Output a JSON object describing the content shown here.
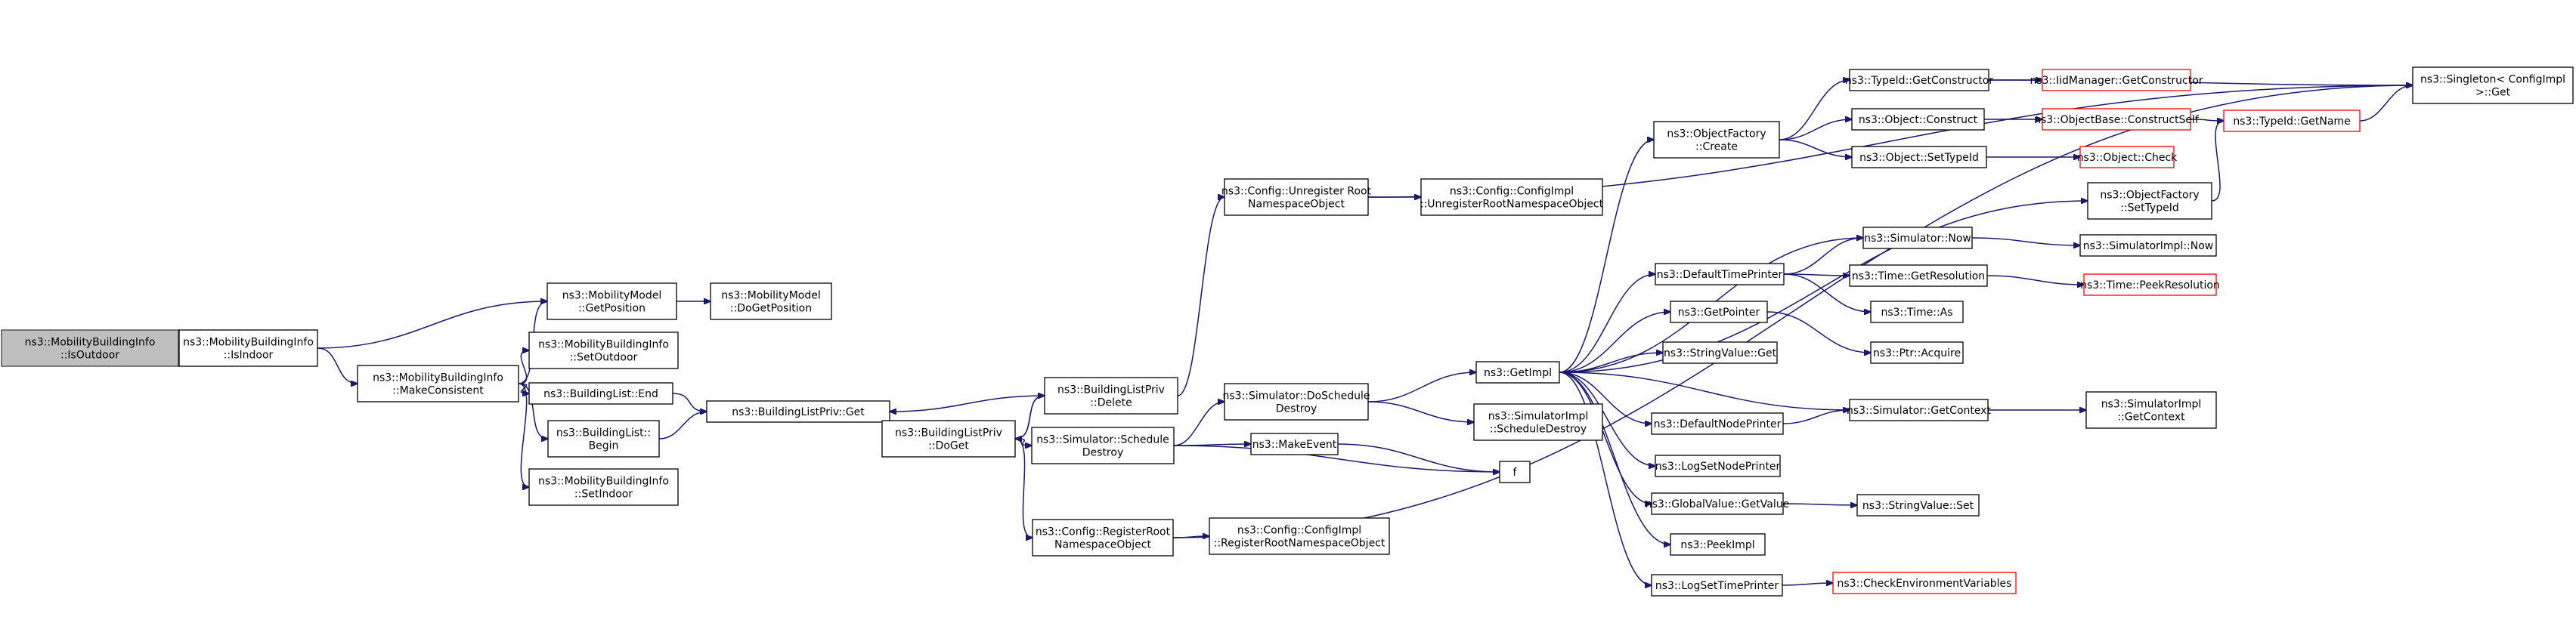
{
  "graph": {
    "nodes": [
      {
        "id": "n0",
        "lines": [
          "ns3::MobilityBuildingInfo",
          "::IsOutdoor"
        ],
        "style": "root"
      },
      {
        "id": "n1",
        "lines": [
          "ns3::MobilityBuildingInfo",
          "::IsIndoor"
        ]
      },
      {
        "id": "n2",
        "lines": [
          "ns3::MobilityModel",
          "::GetPosition"
        ]
      },
      {
        "id": "n3",
        "lines": [
          "ns3::MobilityBuildingInfo",
          "::MakeConsistent"
        ]
      },
      {
        "id": "n4",
        "lines": [
          "ns3::MobilityModel",
          "::DoGetPosition"
        ]
      },
      {
        "id": "n5",
        "lines": [
          "ns3::MobilityBuildingInfo",
          "::SetOutdoor"
        ]
      },
      {
        "id": "n6",
        "lines": [
          "ns3::BuildingList::End"
        ]
      },
      {
        "id": "n7",
        "lines": [
          "ns3::BuildingList::",
          "Begin"
        ]
      },
      {
        "id": "n8",
        "lines": [
          "ns3::MobilityBuildingInfo",
          "::SetIndoor"
        ]
      },
      {
        "id": "n9",
        "lines": [
          "ns3::BuildingListPriv::Get"
        ]
      },
      {
        "id": "n10",
        "lines": [
          "ns3::BuildingListPriv",
          "::DoGet"
        ]
      },
      {
        "id": "n11",
        "lines": [
          "ns3::BuildingListPriv",
          "::Delete"
        ]
      },
      {
        "id": "n12",
        "lines": [
          "ns3::Simulator::Schedule",
          "Destroy"
        ]
      },
      {
        "id": "n13",
        "lines": [
          "ns3::Config::RegisterRoot",
          "NamespaceObject"
        ]
      },
      {
        "id": "n14",
        "lines": [
          "ns3::Config::Unregister Root",
          "NamespaceObject"
        ]
      },
      {
        "id": "n15",
        "lines": [
          "ns3::Config::ConfigImpl",
          "::UnregisterRootNamespaceObject"
        ]
      },
      {
        "id": "n16",
        "lines": [
          "ns3::Simulator::DoSchedule",
          "Destroy"
        ]
      },
      {
        "id": "n17",
        "lines": [
          "ns3::MakeEvent"
        ]
      },
      {
        "id": "n18",
        "lines": [
          "ns3::Config::ConfigImpl",
          "::RegisterRootNamespaceObject"
        ]
      },
      {
        "id": "n19",
        "lines": [
          "ns3::GetImpl"
        ]
      },
      {
        "id": "n20",
        "lines": [
          "ns3::SimulatorImpl",
          "::ScheduleDestroy"
        ]
      },
      {
        "id": "n21",
        "lines": [
          "f"
        ]
      },
      {
        "id": "n22",
        "lines": [
          "ns3::ObjectFactory",
          "::Create"
        ]
      },
      {
        "id": "n23",
        "lines": [
          "ns3::DefaultTimePrinter"
        ]
      },
      {
        "id": "n24",
        "lines": [
          "ns3::GetPointer"
        ]
      },
      {
        "id": "n25",
        "lines": [
          "ns3::StringValue::Get"
        ]
      },
      {
        "id": "n26",
        "lines": [
          "ns3::DefaultNodePrinter"
        ]
      },
      {
        "id": "n27",
        "lines": [
          "ns3::LogSetNodePrinter"
        ]
      },
      {
        "id": "n28",
        "lines": [
          "ns3::GlobalValue::GetValue"
        ]
      },
      {
        "id": "n29",
        "lines": [
          "ns3::PeekImpl"
        ]
      },
      {
        "id": "n30",
        "lines": [
          "ns3::LogSetTimePrinter"
        ]
      },
      {
        "id": "n31",
        "lines": [
          "ns3::TypeId::GetConstructor"
        ]
      },
      {
        "id": "n32",
        "lines": [
          "ns3::Object::Construct"
        ]
      },
      {
        "id": "n33",
        "lines": [
          "ns3::Object::SetTypeId"
        ]
      },
      {
        "id": "n34",
        "lines": [
          "ns3::ObjectFactory",
          "::SetTypeId"
        ]
      },
      {
        "id": "n35",
        "lines": [
          "ns3::Simulator::Now"
        ]
      },
      {
        "id": "n36",
        "lines": [
          "ns3::Time::GetResolution"
        ]
      },
      {
        "id": "n37",
        "lines": [
          "ns3::Time::As"
        ]
      },
      {
        "id": "n38",
        "lines": [
          "ns3::Ptr::Acquire"
        ]
      },
      {
        "id": "n39",
        "lines": [
          "ns3::Simulator::GetContext"
        ]
      },
      {
        "id": "n40",
        "lines": [
          "ns3::StringValue::Set"
        ]
      },
      {
        "id": "n41",
        "lines": [
          "ns3::CheckEnvironmentVariables"
        ],
        "style": "trunc"
      },
      {
        "id": "n42",
        "lines": [
          "ns3::IidManager::GetConstructor"
        ],
        "style": "trunc"
      },
      {
        "id": "n43",
        "lines": [
          "ns3::ObjectBase::ConstructSelf"
        ],
        "style": "trunc"
      },
      {
        "id": "n44",
        "lines": [
          "ns3::Object::Check"
        ],
        "style": "trunc"
      },
      {
        "id": "n45",
        "lines": [
          "ns3::SimulatorImpl::Now"
        ]
      },
      {
        "id": "n46",
        "lines": [
          "ns3::Time::PeekResolution"
        ],
        "style": "trunc"
      },
      {
        "id": "n47",
        "lines": [
          "ns3::SimulatorImpl",
          "::GetContext"
        ]
      },
      {
        "id": "n48",
        "lines": [
          "ns3::TypeId::GetName"
        ],
        "style": "trunc"
      },
      {
        "id": "n49",
        "lines": [
          "ns3::Singleton< ConfigImpl",
          " >::Get"
        ]
      }
    ],
    "edges": [
      [
        "n0",
        "n1"
      ],
      [
        "n1",
        "n2"
      ],
      [
        "n1",
        "n3"
      ],
      [
        "n2",
        "n4"
      ],
      [
        "n3",
        "n2"
      ],
      [
        "n3",
        "n5"
      ],
      [
        "n3",
        "n6"
      ],
      [
        "n3",
        "n7"
      ],
      [
        "n3",
        "n8"
      ],
      [
        "n6",
        "n9"
      ],
      [
        "n7",
        "n9"
      ],
      [
        "n9",
        "n10"
      ],
      [
        "n10",
        "n11"
      ],
      [
        "n10",
        "n12"
      ],
      [
        "n10",
        "n13"
      ],
      [
        "n11",
        "n9"
      ],
      [
        "n11",
        "n10"
      ],
      [
        "n11",
        "n14"
      ],
      [
        "n12",
        "n16"
      ],
      [
        "n12",
        "n17"
      ],
      [
        "n12",
        "n21"
      ],
      [
        "n13",
        "n18"
      ],
      [
        "n13",
        "n49"
      ],
      [
        "n14",
        "n15"
      ],
      [
        "n14",
        "n49"
      ],
      [
        "n16",
        "n19"
      ],
      [
        "n16",
        "n20"
      ],
      [
        "n17",
        "n21"
      ],
      [
        "n19",
        "n22"
      ],
      [
        "n19",
        "n23"
      ],
      [
        "n19",
        "n24"
      ],
      [
        "n19",
        "n25"
      ],
      [
        "n19",
        "n26"
      ],
      [
        "n19",
        "n27"
      ],
      [
        "n19",
        "n28"
      ],
      [
        "n19",
        "n29"
      ],
      [
        "n19",
        "n30"
      ],
      [
        "n19",
        "n34"
      ],
      [
        "n19",
        "n35"
      ],
      [
        "n19",
        "n39"
      ],
      [
        "n22",
        "n31"
      ],
      [
        "n22",
        "n32"
      ],
      [
        "n22",
        "n33"
      ],
      [
        "n23",
        "n35"
      ],
      [
        "n23",
        "n36"
      ],
      [
        "n23",
        "n37"
      ],
      [
        "n24",
        "n38"
      ],
      [
        "n26",
        "n39"
      ],
      [
        "n28",
        "n40"
      ],
      [
        "n30",
        "n41"
      ],
      [
        "n31",
        "n42"
      ],
      [
        "n31",
        "n49"
      ],
      [
        "n32",
        "n43"
      ],
      [
        "n33",
        "n44"
      ],
      [
        "n34",
        "n48"
      ],
      [
        "n35",
        "n45"
      ],
      [
        "n36",
        "n46"
      ],
      [
        "n39",
        "n47"
      ],
      [
        "n43",
        "n48"
      ],
      [
        "n48",
        "n49"
      ]
    ]
  }
}
